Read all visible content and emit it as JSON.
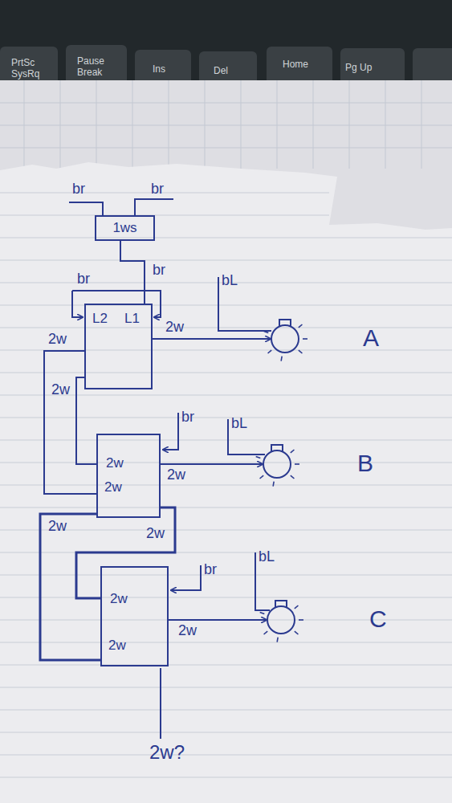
{
  "diagram": {
    "nodes": [
      {
        "text": [
          "1ws"
        ]
      },
      {
        "text": [
          "L2",
          "L1"
        ]
      },
      {
        "text": [
          "A"
        ]
      },
      {
        "text": [
          "2w",
          "2w"
        ]
      },
      {
        "text": [
          "B"
        ]
      },
      {
        "text": [
          "2w",
          "2w"
        ]
      },
      {
        "text": [
          "C"
        ]
      }
    ],
    "edges": [
      {
        "from": 0,
        "to": 1,
        "arrow": "none",
        "label": "br"
      },
      {
        "from": 1,
        "to": 2,
        "arrow": "to",
        "label": "2w"
      },
      {
        "from": 1,
        "to": 3,
        "arrow": "none",
        "label": "2w"
      },
      {
        "from": 1,
        "to": 3,
        "arrow": "none",
        "label": "2w"
      },
      {
        "from": 3,
        "to": 4,
        "arrow": "to",
        "label": "2w"
      },
      {
        "from": 3,
        "to": 5,
        "arrow": "none",
        "label": "2w"
      },
      {
        "from": 3,
        "to": 5,
        "arrow": "none",
        "label": "2w"
      },
      {
        "from": 5,
        "to": 6,
        "arrow": "to",
        "label": "2w"
      }
    ],
    "labels": [
      "PrtSc",
      "SysRq",
      "Pause",
      "Break",
      "Ins",
      "Del",
      "Home",
      "Pg Up",
      "br",
      "br",
      "br",
      "bL",
      "br",
      "bL",
      "br",
      "bL",
      "2w?"
    ]
  }
}
